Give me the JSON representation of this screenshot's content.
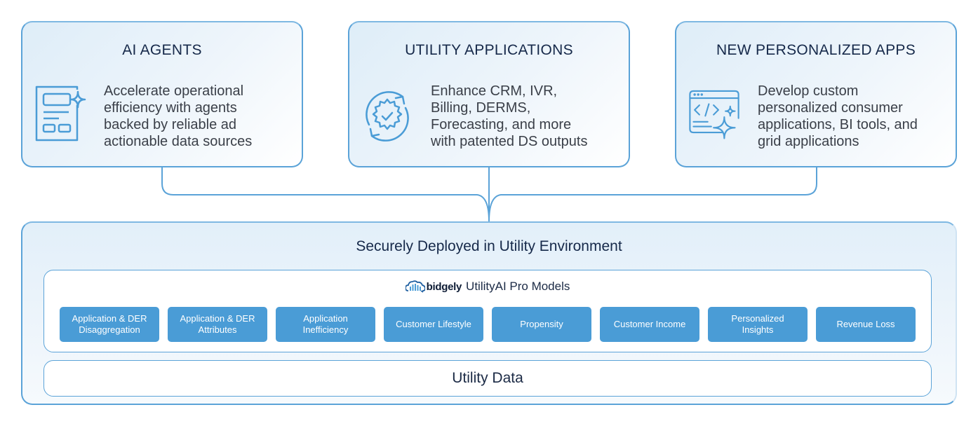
{
  "top_cards": [
    {
      "title": "AI AGENTS",
      "icon": "document-sparkle-icon",
      "description_lines": [
        "Accelerate operational",
        "efficiency with agents",
        "backed by reliable ad",
        "actionable data sources"
      ]
    },
    {
      "title": "UTILITY APPLICATIONS",
      "icon": "gear-check-refresh-icon",
      "description_lines": [
        "Enhance CRM, IVR,",
        "Billing, DERMS,",
        "Forecasting, and more",
        "with patented DS outputs"
      ]
    },
    {
      "title": "NEW PERSONALIZED APPS",
      "icon": "code-window-sparkle-icon",
      "description_lines": [
        "Develop custom",
        "personalized consumer",
        "applications, BI tools, and",
        "grid applications"
      ]
    }
  ],
  "environment": {
    "title": "Securely Deployed in Utility Environment",
    "models": {
      "brand": "bidgely",
      "brand_icon": "cloud-bars-logo-icon",
      "title": "UtilityAI Pro Models",
      "items": [
        {
          "line1": "Application & DER",
          "line2": "Disaggregation"
        },
        {
          "line1": "Application & DER",
          "line2": "Attributes"
        },
        {
          "line1": "Application",
          "line2": "Inefficiency"
        },
        {
          "line1": "Customer Lifestyle",
          "line2": ""
        },
        {
          "line1": "Propensity",
          "line2": ""
        },
        {
          "line1": "Customer Income",
          "line2": ""
        },
        {
          "line1": "Personalized",
          "line2": "Insights"
        },
        {
          "line1": "Revenue Loss",
          "line2": ""
        }
      ]
    },
    "data_layer": "Utility Data"
  },
  "colors": {
    "accent": "#4a9cd6",
    "border": "#5ba3d8",
    "title_text": "#16294a",
    "body_text": "#3a3f48"
  }
}
